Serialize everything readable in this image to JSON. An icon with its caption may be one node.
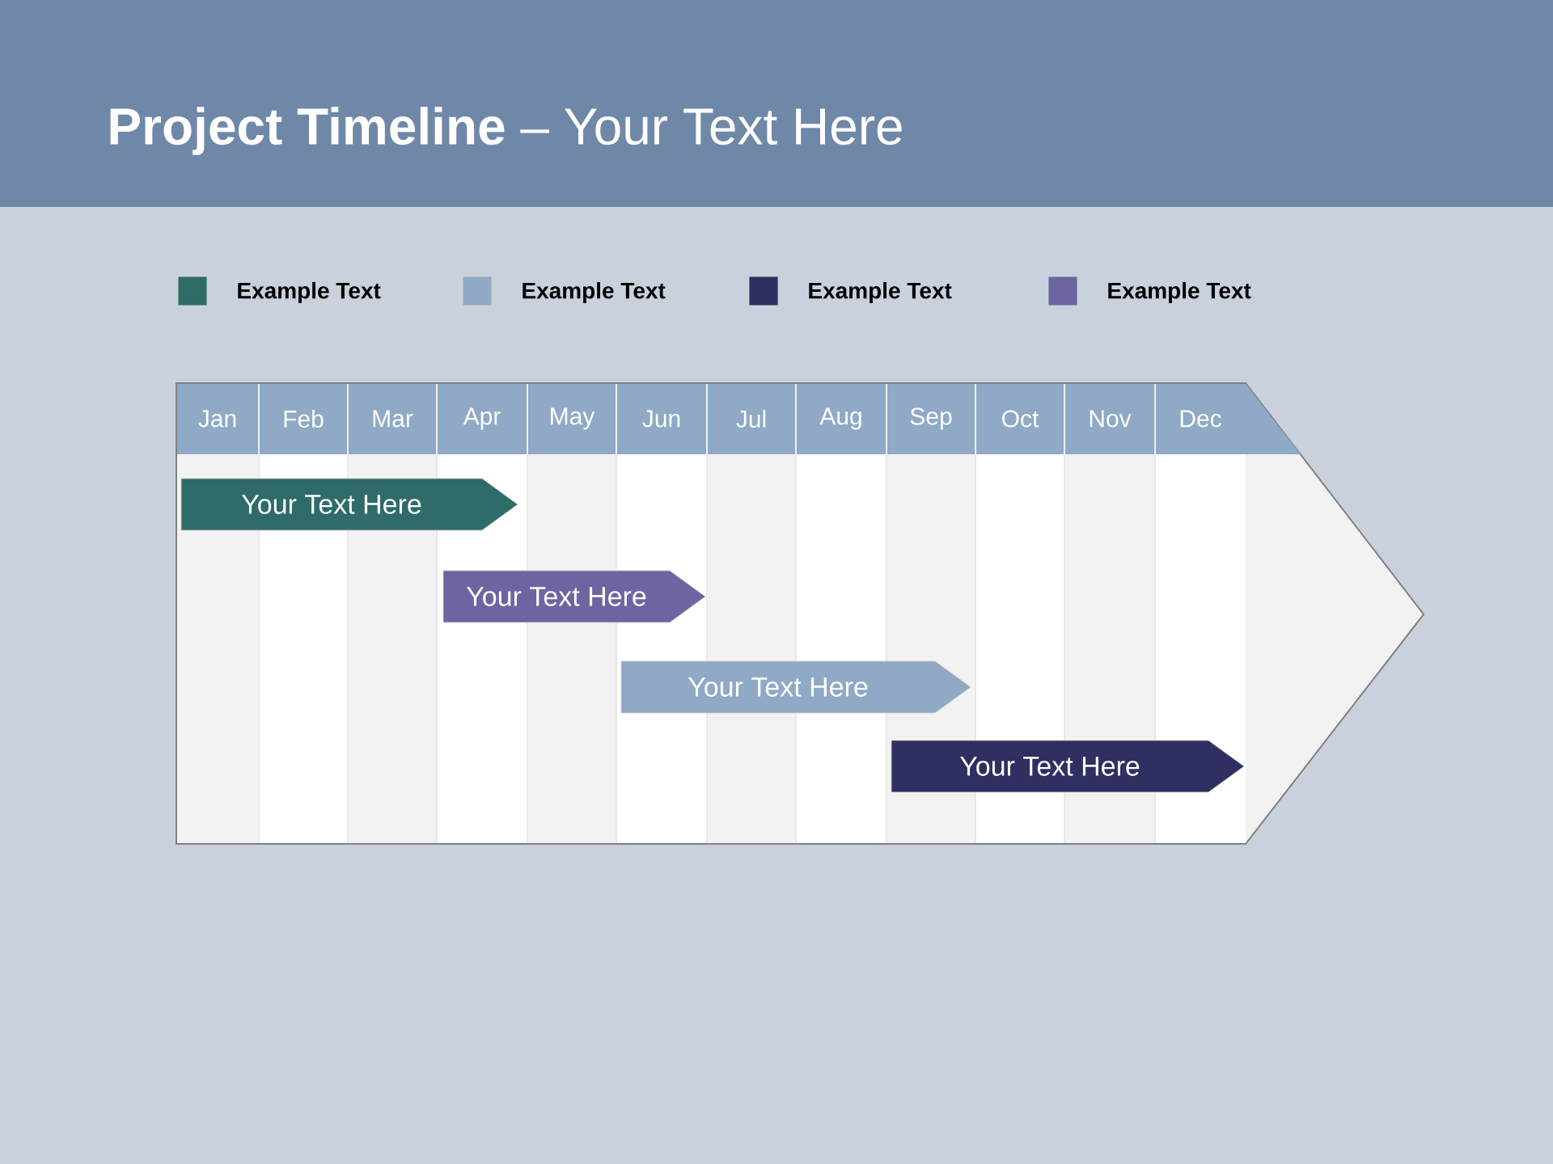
{
  "diagram": {
    "title": "**Project Timeline** – Your Text Here",
    "nodes": [
      {
        "text": [],
        "shape": "arrow"
      },
      {
        "text": [
          "Your Text Here"
        ],
        "in": 0
      },
      {
        "text": [
          "Your Text Here"
        ],
        "in": 0
      },
      {
        "text": [
          "Your Text Here"
        ],
        "in": 0
      },
      {
        "text": [
          "Your Text Here"
        ],
        "in": 0
      }
    ],
    "edges": [],
    "labels": [
      "Jan",
      "Feb",
      "Mar",
      "Apr",
      "May",
      "Jun",
      "Jul",
      "Aug",
      "Sep",
      "Oct",
      "Nov",
      "Dec"
    ],
    "legend": [
      {
        "text": "Example Text",
        "color": "#2f6b68"
      },
      {
        "text": "Example Text",
        "color": "#8fa9c6"
      },
      {
        "text": "Example Text",
        "color": "#2f2f62"
      },
      {
        "text": "Example Text",
        "color": "#6b66a2"
      }
    ]
  }
}
